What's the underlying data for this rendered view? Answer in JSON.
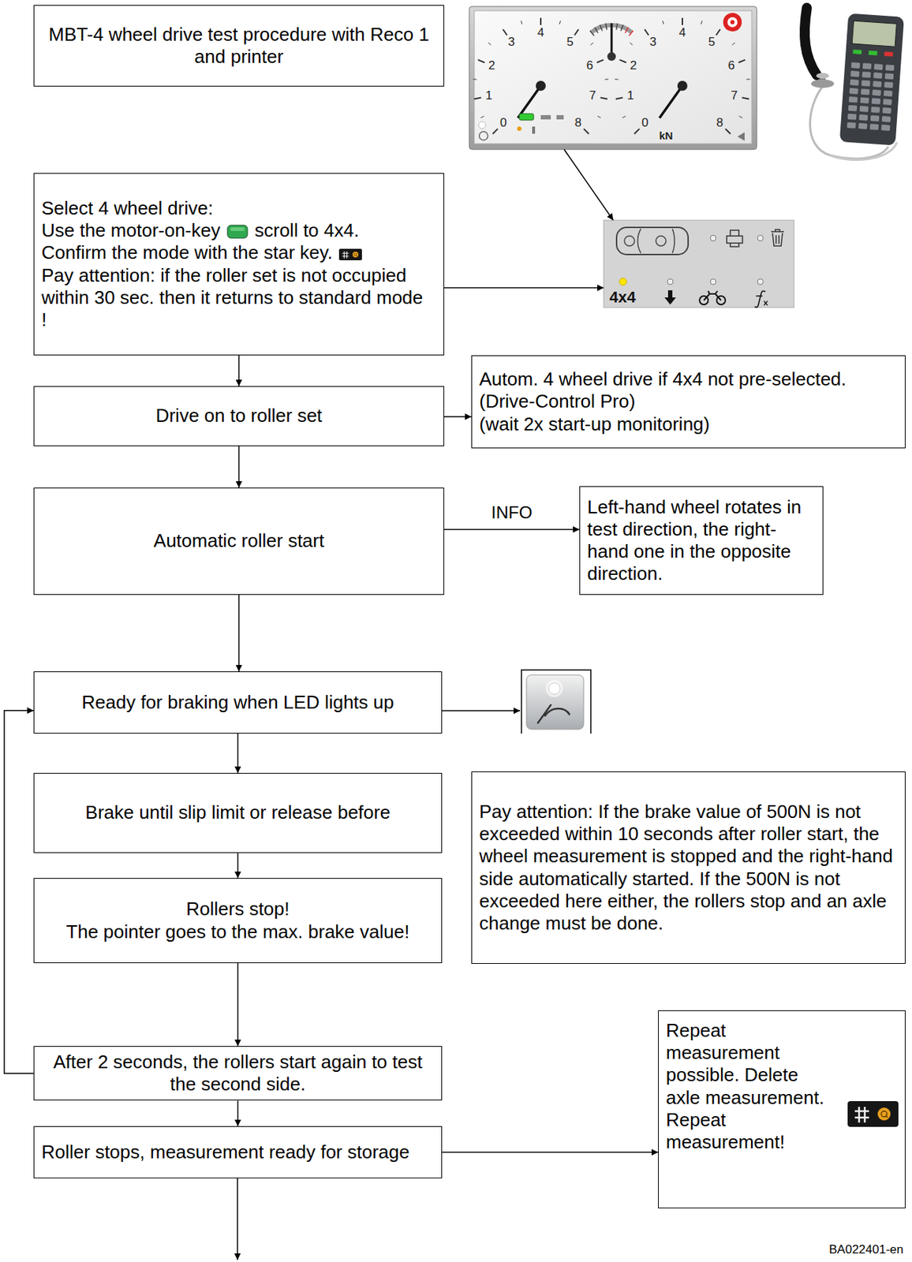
{
  "diagram": {
    "nodes": [
      {
        "text": [
          "MBT-4 wheel drive test procedure with Reco 1 and printer"
        ]
      },
      {
        "text": [
          "kN"
        ]
      },
      {
        "text": [
          "Select 4 wheel drive:",
          "Use the motor-on-key",
          "scroll to 4x4.",
          "Confirm the mode with the star key.",
          "Pay attention: if the roller set is not occupied within 30 sec. then it returns to standard mode !"
        ]
      },
      {
        "text": [
          "4x4"
        ]
      },
      {
        "text": [
          "Drive on to roller set"
        ]
      },
      {
        "text": [
          "Autom. 4 wheel drive if 4x4 not pre-selected.",
          "(Drive-Control Pro)",
          "(wait 2x start-up monitoring)"
        ]
      },
      {
        "text": [
          "Automatic roller start"
        ]
      },
      {
        "text": [
          "Left-hand wheel rotates in test direction, the right-hand one in the opposite direction."
        ]
      },
      {
        "text": [
          "Ready for braking when LED lights up"
        ]
      },
      {
        "text": [
          "Brake until slip limit or release before"
        ]
      },
      {
        "text": [
          "Rollers stop!",
          "The pointer goes to the max. brake value!"
        ]
      },
      {
        "text": [
          "Pay attention: If the brake value of 500N is not exceeded within 10 seconds after roller start, the wheel measurement is stopped and the right-hand side automatically started. If the 500N is not exceeded here either, the rollers stop and an axle change must be done."
        ]
      },
      {
        "text": [
          "After 2 seconds, the rollers start again to test the second side."
        ]
      },
      {
        "text": [
          "Roller stops, measurement ready for storage"
        ]
      },
      {
        "text": [
          "Repeat measurement possible. Delete axle measurement. Repeat measurement!"
        ]
      }
    ],
    "edges": [
      {
        "from": 2,
        "to": 3,
        "arrow": "to"
      },
      {
        "from": 1,
        "to": 3,
        "arrow": "to"
      },
      {
        "from": 2,
        "to": 4,
        "arrow": "to"
      },
      {
        "from": 4,
        "to": 5,
        "arrow": "to"
      },
      {
        "from": 4,
        "to": 6,
        "arrow": "to"
      },
      {
        "from": 6,
        "to": 7,
        "label": "INFO",
        "arrow": "to"
      },
      {
        "from": 6,
        "to": 8,
        "arrow": "to"
      },
      {
        "from": 8,
        "to": 9,
        "arrow": "to"
      },
      {
        "from": 9,
        "to": 10,
        "arrow": "to"
      },
      {
        "from": 10,
        "to": 12,
        "arrow": "to"
      },
      {
        "from": 12,
        "to": 8,
        "arrow": "to"
      },
      {
        "from": 12,
        "to": 13,
        "arrow": "to"
      },
      {
        "from": 13,
        "to": 14,
        "arrow": "to"
      }
    ],
    "labels": [
      "0",
      "1",
      "2",
      "3",
      "4",
      "5",
      "6",
      "7",
      "8",
      "0",
      "1",
      "2",
      "3",
      "4",
      "5",
      "6",
      "7",
      "8",
      "BA022401-en"
    ]
  }
}
